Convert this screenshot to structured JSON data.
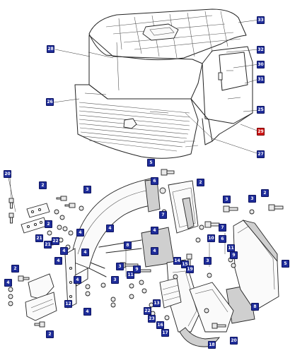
{
  "diagram": {
    "colors": {
      "callout_fill": "#1f2d9a",
      "callout_highlight": "#d11717",
      "line": "#222222"
    },
    "cab_callouts": [
      {
        "id": "c33",
        "label": "33"
      },
      {
        "id": "c28",
        "label": "28"
      },
      {
        "id": "c32",
        "label": "32"
      },
      {
        "id": "c30",
        "label": "30"
      },
      {
        "id": "c31",
        "label": "31"
      },
      {
        "id": "c26",
        "label": "26"
      },
      {
        "id": "c25",
        "label": "25"
      },
      {
        "id": "c29",
        "label": "29",
        "highlighted": true
      },
      {
        "id": "c27",
        "label": "27"
      }
    ],
    "fender_callouts": [
      {
        "id": "f20a",
        "label": "20"
      },
      {
        "id": "f2a",
        "label": "2"
      },
      {
        "id": "f5a",
        "label": "5"
      },
      {
        "id": "f3a",
        "label": "3"
      },
      {
        "id": "f2b",
        "label": "2"
      },
      {
        "id": "f6a",
        "label": "6"
      },
      {
        "id": "f7a",
        "label": "7"
      },
      {
        "id": "f4a",
        "label": "4"
      },
      {
        "id": "f3b",
        "label": "3"
      },
      {
        "id": "f2c",
        "label": "2"
      },
      {
        "id": "f3c",
        "label": "3"
      },
      {
        "id": "f21a",
        "label": "21"
      },
      {
        "id": "f4b",
        "label": "4"
      },
      {
        "id": "f22a",
        "label": "22"
      },
      {
        "id": "f4c",
        "label": "4"
      },
      {
        "id": "f4d",
        "label": "4"
      },
      {
        "id": "f2d",
        "label": "2"
      },
      {
        "id": "f4e",
        "label": "4"
      },
      {
        "id": "f4f",
        "label": "4"
      },
      {
        "id": "f21b",
        "label": "21"
      },
      {
        "id": "f4g",
        "label": "4"
      },
      {
        "id": "f10",
        "label": "10"
      },
      {
        "id": "f7b",
        "label": "7"
      },
      {
        "id": "f6b",
        "label": "6"
      },
      {
        "id": "f8",
        "label": "8"
      },
      {
        "id": "f11",
        "label": "11"
      },
      {
        "id": "f9",
        "label": "9"
      },
      {
        "id": "f4h",
        "label": "4"
      },
      {
        "id": "f14",
        "label": "14"
      },
      {
        "id": "f15",
        "label": "15"
      },
      {
        "id": "f3d",
        "label": "3"
      },
      {
        "id": "f19",
        "label": "19"
      },
      {
        "id": "f5b",
        "label": "5"
      },
      {
        "id": "f3e",
        "label": "3"
      },
      {
        "id": "f11b",
        "label": "11"
      },
      {
        "id": "f9b",
        "label": "9"
      },
      {
        "id": "f2e",
        "label": "2"
      },
      {
        "id": "f12",
        "label": "12"
      },
      {
        "id": "f4i",
        "label": "4"
      },
      {
        "id": "f3f",
        "label": "3"
      },
      {
        "id": "f4j",
        "label": "4"
      },
      {
        "id": "f22b",
        "label": "22"
      },
      {
        "id": "f23",
        "label": "23"
      },
      {
        "id": "f13",
        "label": "13"
      },
      {
        "id": "f16",
        "label": "16"
      },
      {
        "id": "f17",
        "label": "17"
      },
      {
        "id": "f8b",
        "label": "8"
      },
      {
        "id": "f18",
        "label": "18"
      },
      {
        "id": "f20b",
        "label": "20"
      },
      {
        "id": "f2f",
        "label": "2"
      }
    ]
  }
}
